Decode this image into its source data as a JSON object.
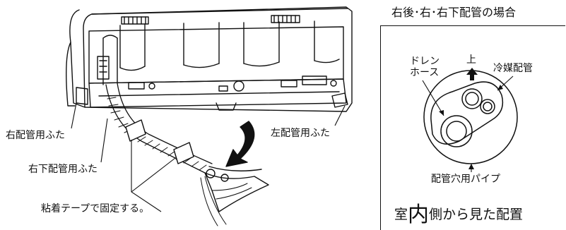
{
  "left_diagram": {
    "labels": {
      "right_pipe_cover": "右配管用ふた",
      "right_lower_pipe_cover": "右下配管用ふた",
      "tape": "粘着テープで固定する。",
      "left_pipe_cover": "左配管用ふた"
    }
  },
  "right_panel": {
    "header": "右後･右･右下配管の場合",
    "up": "上",
    "drain_hose_line1": "ドレン",
    "drain_hose_line2": "ホース",
    "refrigerant_pipe": "冷媒配管",
    "pipe_hole": "配管穴用パイプ",
    "caption_pre": "室",
    "caption_big": "内",
    "caption_post": "側から見た配置"
  }
}
